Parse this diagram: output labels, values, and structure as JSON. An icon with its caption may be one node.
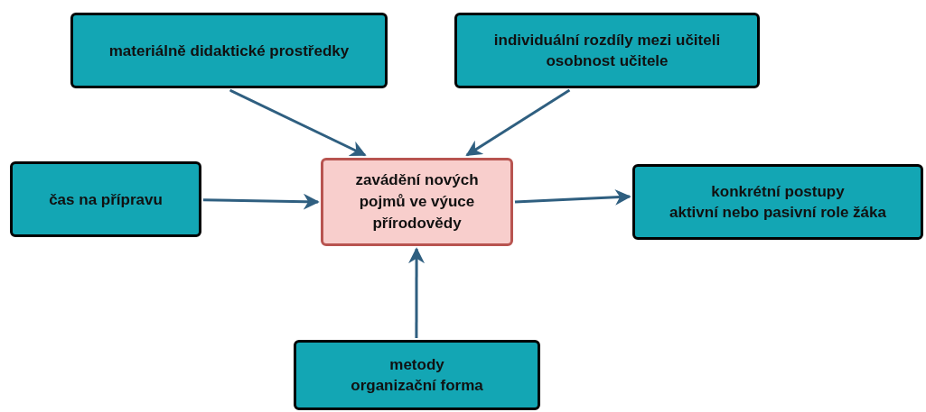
{
  "diagram": {
    "nodes": [
      {
        "text": [
          "materiálně didaktické prostředky"
        ]
      },
      {
        "text": [
          "individuální rozdíly mezi učiteli",
          "osobnost učitele"
        ]
      },
      {
        "text": [
          "čas na přípravu"
        ]
      },
      {
        "text": [
          "zavádění nových pojmů ve výuce přírodovědy"
        ]
      },
      {
        "text": [
          "konkrétní postupy",
          "aktivní nebo pasivní role žáka"
        ]
      },
      {
        "text": [
          "metody",
          "organizační forma"
        ]
      }
    ],
    "edges": [
      {
        "from": 0,
        "to": 3,
        "arrow": "to"
      },
      {
        "from": 1,
        "to": 3,
        "arrow": "to"
      },
      {
        "from": 2,
        "to": 3,
        "arrow": "to"
      },
      {
        "from": 3,
        "to": 4,
        "arrow": "to"
      },
      {
        "from": 5,
        "to": 3,
        "arrow": "to"
      }
    ]
  }
}
